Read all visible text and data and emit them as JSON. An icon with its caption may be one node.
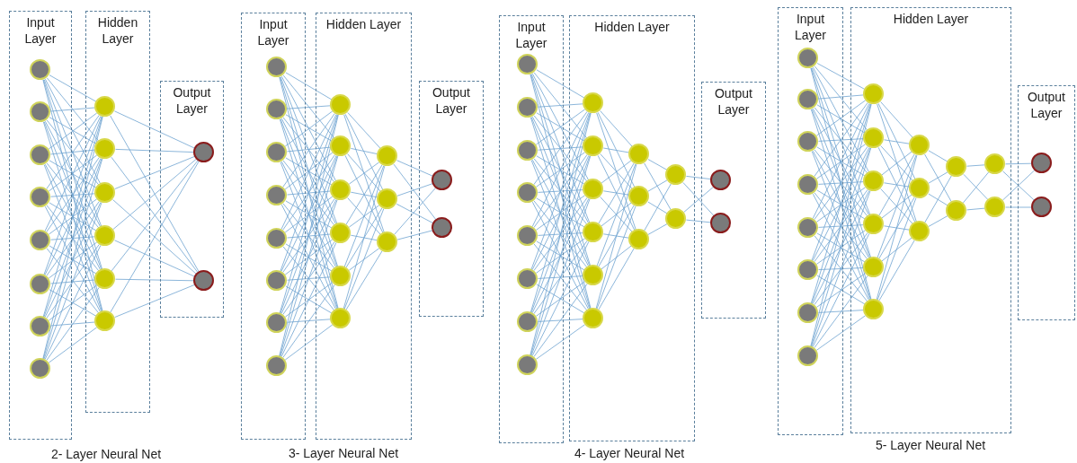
{
  "diagram": {
    "nodes": [
      {
        "text": [
          "Input Layer"
        ]
      },
      {
        "text": [],
        "shape": "circle",
        "in": 0
      },
      {
        "text": [],
        "shape": "circle",
        "in": 0
      },
      {
        "text": [],
        "shape": "circle",
        "in": 0
      },
      {
        "text": [],
        "shape": "circle",
        "in": 0
      },
      {
        "text": [],
        "shape": "circle",
        "in": 0
      },
      {
        "text": [],
        "shape": "circle",
        "in": 0
      },
      {
        "text": [],
        "shape": "circle",
        "in": 0
      },
      {
        "text": [],
        "shape": "circle",
        "in": 0
      },
      {
        "text": [
          "Hidden Layer"
        ]
      },
      {
        "text": [],
        "shape": "circle",
        "in": 9
      },
      {
        "text": [],
        "shape": "circle",
        "in": 9
      },
      {
        "text": [],
        "shape": "circle",
        "in": 9
      },
      {
        "text": [],
        "shape": "circle",
        "in": 9
      },
      {
        "text": [],
        "shape": "circle",
        "in": 9
      },
      {
        "text": [],
        "shape": "circle",
        "in": 9
      },
      {
        "text": [
          "Output Layer"
        ]
      },
      {
        "text": [],
        "shape": "circle",
        "in": 16
      },
      {
        "text": [],
        "shape": "circle",
        "in": 16
      },
      {
        "text": [
          "Input Layer"
        ]
      },
      {
        "text": [],
        "shape": "circle",
        "in": 19
      },
      {
        "text": [],
        "shape": "circle",
        "in": 19
      },
      {
        "text": [],
        "shape": "circle",
        "in": 19
      },
      {
        "text": [],
        "shape": "circle",
        "in": 19
      },
      {
        "text": [],
        "shape": "circle",
        "in": 19
      },
      {
        "text": [],
        "shape": "circle",
        "in": 19
      },
      {
        "text": [],
        "shape": "circle",
        "in": 19
      },
      {
        "text": [],
        "shape": "circle",
        "in": 19
      },
      {
        "text": [
          "Hidden Layer"
        ]
      },
      {
        "text": [],
        "shape": "circle",
        "in": 28
      },
      {
        "text": [],
        "shape": "circle",
        "in": 28
      },
      {
        "text": [],
        "shape": "circle",
        "in": 28
      },
      {
        "text": [],
        "shape": "circle",
        "in": 28
      },
      {
        "text": [],
        "shape": "circle",
        "in": 28
      },
      {
        "text": [],
        "shape": "circle",
        "in": 28
      },
      {
        "text": [],
        "shape": "circle",
        "in": 28
      },
      {
        "text": [],
        "shape": "circle",
        "in": 28
      },
      {
        "text": [],
        "shape": "circle",
        "in": 28
      },
      {
        "text": [
          "Output Layer"
        ]
      },
      {
        "text": [],
        "shape": "circle",
        "in": 38
      },
      {
        "text": [],
        "shape": "circle",
        "in": 38
      },
      {
        "text": [
          "Input Layer"
        ]
      },
      {
        "text": [],
        "shape": "circle",
        "in": 41
      },
      {
        "text": [],
        "shape": "circle",
        "in": 41
      },
      {
        "text": [],
        "shape": "circle",
        "in": 41
      },
      {
        "text": [],
        "shape": "circle",
        "in": 41
      },
      {
        "text": [],
        "shape": "circle",
        "in": 41
      },
      {
        "text": [],
        "shape": "circle",
        "in": 41
      },
      {
        "text": [],
        "shape": "circle",
        "in": 41
      },
      {
        "text": [],
        "shape": "circle",
        "in": 41
      },
      {
        "text": [
          "Hidden Layer"
        ]
      },
      {
        "text": [],
        "shape": "circle",
        "in": 50
      },
      {
        "text": [],
        "shape": "circle",
        "in": 50
      },
      {
        "text": [],
        "shape": "circle",
        "in": 50
      },
      {
        "text": [],
        "shape": "circle",
        "in": 50
      },
      {
        "text": [],
        "shape": "circle",
        "in": 50
      },
      {
        "text": [],
        "shape": "circle",
        "in": 50
      },
      {
        "text": [],
        "shape": "circle",
        "in": 50
      },
      {
        "text": [],
        "shape": "circle",
        "in": 50
      },
      {
        "text": [],
        "shape": "circle",
        "in": 50
      },
      {
        "text": [],
        "shape": "circle",
        "in": 50
      },
      {
        "text": [],
        "shape": "circle",
        "in": 50
      },
      {
        "text": [
          "Output Layer"
        ]
      },
      {
        "text": [],
        "shape": "circle",
        "in": 62
      },
      {
        "text": [],
        "shape": "circle",
        "in": 62
      },
      {
        "text": [
          "Input Layer"
        ]
      },
      {
        "text": [],
        "shape": "circle",
        "in": 65
      },
      {
        "text": [],
        "shape": "circle",
        "in": 65
      },
      {
        "text": [],
        "shape": "circle",
        "in": 65
      },
      {
        "text": [],
        "shape": "circle",
        "in": 65
      },
      {
        "text": [],
        "shape": "circle",
        "in": 65
      },
      {
        "text": [],
        "shape": "circle",
        "in": 65
      },
      {
        "text": [],
        "shape": "circle",
        "in": 65
      },
      {
        "text": [],
        "shape": "circle",
        "in": 65
      },
      {
        "text": [
          "Hidden Layer"
        ]
      },
      {
        "text": [],
        "shape": "circle",
        "in": 74
      },
      {
        "text": [],
        "shape": "circle",
        "in": 74
      },
      {
        "text": [],
        "shape": "circle",
        "in": 74
      },
      {
        "text": [],
        "shape": "circle",
        "in": 74
      },
      {
        "text": [],
        "shape": "circle",
        "in": 74
      },
      {
        "text": [],
        "shape": "circle",
        "in": 74
      },
      {
        "text": [],
        "shape": "circle",
        "in": 74
      },
      {
        "text": [],
        "shape": "circle",
        "in": 74
      },
      {
        "text": [],
        "shape": "circle",
        "in": 74
      },
      {
        "text": [],
        "shape": "circle",
        "in": 74
      },
      {
        "text": [],
        "shape": "circle",
        "in": 74
      },
      {
        "text": [],
        "shape": "circle",
        "in": 74
      },
      {
        "text": [],
        "shape": "circle",
        "in": 74
      },
      {
        "text": [
          "Output Layer"
        ]
      },
      {
        "text": [],
        "shape": "circle",
        "in": 88
      },
      {
        "text": [],
        "shape": "circle",
        "in": 88
      }
    ],
    "edges": [
      {
        "from": 1,
        "to": 10,
        "arrow": "none"
      },
      {
        "from": 1,
        "to": 11,
        "arrow": "none"
      },
      {
        "from": 1,
        "to": 12,
        "arrow": "none"
      },
      {
        "from": 1,
        "to": 13,
        "arrow": "none"
      },
      {
        "from": 1,
        "to": 14,
        "arrow": "none"
      },
      {
        "from": 1,
        "to": 15,
        "arrow": "none"
      },
      {
        "from": 2,
        "to": 10,
        "arrow": "none"
      },
      {
        "from": 2,
        "to": 11,
        "arrow": "none"
      },
      {
        "from": 2,
        "to": 12,
        "arrow": "none"
      },
      {
        "from": 2,
        "to": 13,
        "arrow": "none"
      },
      {
        "from": 2,
        "to": 14,
        "arrow": "none"
      },
      {
        "from": 2,
        "to": 15,
        "arrow": "none"
      },
      {
        "from": 3,
        "to": 10,
        "arrow": "none"
      },
      {
        "from": 3,
        "to": 11,
        "arrow": "none"
      },
      {
        "from": 3,
        "to": 12,
        "arrow": "none"
      },
      {
        "from": 3,
        "to": 13,
        "arrow": "none"
      },
      {
        "from": 3,
        "to": 14,
        "arrow": "none"
      },
      {
        "from": 3,
        "to": 15,
        "arrow": "none"
      },
      {
        "from": 4,
        "to": 10,
        "arrow": "none"
      },
      {
        "from": 4,
        "to": 11,
        "arrow": "none"
      },
      {
        "from": 4,
        "to": 12,
        "arrow": "none"
      },
      {
        "from": 4,
        "to": 13,
        "arrow": "none"
      },
      {
        "from": 4,
        "to": 14,
        "arrow": "none"
      },
      {
        "from": 4,
        "to": 15,
        "arrow": "none"
      },
      {
        "from": 5,
        "to": 10,
        "arrow": "none"
      },
      {
        "from": 5,
        "to": 11,
        "arrow": "none"
      },
      {
        "from": 5,
        "to": 12,
        "arrow": "none"
      },
      {
        "from": 5,
        "to": 13,
        "arrow": "none"
      },
      {
        "from": 5,
        "to": 14,
        "arrow": "none"
      },
      {
        "from": 5,
        "to": 15,
        "arrow": "none"
      },
      {
        "from": 6,
        "to": 10,
        "arrow": "none"
      },
      {
        "from": 6,
        "to": 11,
        "arrow": "none"
      },
      {
        "from": 6,
        "to": 12,
        "arrow": "none"
      },
      {
        "from": 6,
        "to": 13,
        "arrow": "none"
      },
      {
        "from": 6,
        "to": 14,
        "arrow": "none"
      },
      {
        "from": 6,
        "to": 15,
        "arrow": "none"
      },
      {
        "from": 7,
        "to": 10,
        "arrow": "none"
      },
      {
        "from": 7,
        "to": 11,
        "arrow": "none"
      },
      {
        "from": 7,
        "to": 12,
        "arrow": "none"
      },
      {
        "from": 7,
        "to": 13,
        "arrow": "none"
      },
      {
        "from": 7,
        "to": 14,
        "arrow": "none"
      },
      {
        "from": 7,
        "to": 15,
        "arrow": "none"
      },
      {
        "from": 8,
        "to": 10,
        "arrow": "none"
      },
      {
        "from": 8,
        "to": 11,
        "arrow": "none"
      },
      {
        "from": 8,
        "to": 12,
        "arrow": "none"
      },
      {
        "from": 8,
        "to": 13,
        "arrow": "none"
      },
      {
        "from": 8,
        "to": 14,
        "arrow": "none"
      },
      {
        "from": 8,
        "to": 15,
        "arrow": "none"
      },
      {
        "from": 10,
        "to": 17,
        "arrow": "none"
      },
      {
        "from": 10,
        "to": 18,
        "arrow": "none"
      },
      {
        "from": 11,
        "to": 17,
        "arrow": "none"
      },
      {
        "from": 11,
        "to": 18,
        "arrow": "none"
      },
      {
        "from": 12,
        "to": 17,
        "arrow": "none"
      },
      {
        "from": 12,
        "to": 18,
        "arrow": "none"
      },
      {
        "from": 13,
        "to": 17,
        "arrow": "none"
      },
      {
        "from": 13,
        "to": 18,
        "arrow": "none"
      },
      {
        "from": 14,
        "to": 17,
        "arrow": "none"
      },
      {
        "from": 14,
        "to": 18,
        "arrow": "none"
      },
      {
        "from": 15,
        "to": 17,
        "arrow": "none"
      },
      {
        "from": 15,
        "to": 18,
        "arrow": "none"
      },
      {
        "from": 20,
        "to": 29,
        "arrow": "none"
      },
      {
        "from": 20,
        "to": 30,
        "arrow": "none"
      },
      {
        "from": 20,
        "to": 31,
        "arrow": "none"
      },
      {
        "from": 20,
        "to": 32,
        "arrow": "none"
      },
      {
        "from": 20,
        "to": 33,
        "arrow": "none"
      },
      {
        "from": 20,
        "to": 34,
        "arrow": "none"
      },
      {
        "from": 21,
        "to": 29,
        "arrow": "none"
      },
      {
        "from": 21,
        "to": 30,
        "arrow": "none"
      },
      {
        "from": 21,
        "to": 31,
        "arrow": "none"
      },
      {
        "from": 21,
        "to": 32,
        "arrow": "none"
      },
      {
        "from": 21,
        "to": 33,
        "arrow": "none"
      },
      {
        "from": 21,
        "to": 34,
        "arrow": "none"
      },
      {
        "from": 22,
        "to": 29,
        "arrow": "none"
      },
      {
        "from": 22,
        "to": 30,
        "arrow": "none"
      },
      {
        "from": 22,
        "to": 31,
        "arrow": "none"
      },
      {
        "from": 22,
        "to": 32,
        "arrow": "none"
      },
      {
        "from": 22,
        "to": 33,
        "arrow": "none"
      },
      {
        "from": 22,
        "to": 34,
        "arrow": "none"
      },
      {
        "from": 23,
        "to": 29,
        "arrow": "none"
      },
      {
        "from": 23,
        "to": 30,
        "arrow": "none"
      },
      {
        "from": 23,
        "to": 31,
        "arrow": "none"
      },
      {
        "from": 23,
        "to": 32,
        "arrow": "none"
      },
      {
        "from": 23,
        "to": 33,
        "arrow": "none"
      },
      {
        "from": 23,
        "to": 34,
        "arrow": "none"
      },
      {
        "from": 24,
        "to": 29,
        "arrow": "none"
      },
      {
        "from": 24,
        "to": 30,
        "arrow": "none"
      },
      {
        "from": 24,
        "to": 31,
        "arrow": "none"
      },
      {
        "from": 24,
        "to": 32,
        "arrow": "none"
      },
      {
        "from": 24,
        "to": 33,
        "arrow": "none"
      },
      {
        "from": 24,
        "to": 34,
        "arrow": "none"
      },
      {
        "from": 25,
        "to": 29,
        "arrow": "none"
      },
      {
        "from": 25,
        "to": 30,
        "arrow": "none"
      },
      {
        "from": 25,
        "to": 31,
        "arrow": "none"
      },
      {
        "from": 25,
        "to": 32,
        "arrow": "none"
      },
      {
        "from": 25,
        "to": 33,
        "arrow": "none"
      },
      {
        "from": 25,
        "to": 34,
        "arrow": "none"
      },
      {
        "from": 26,
        "to": 29,
        "arrow": "none"
      },
      {
        "from": 26,
        "to": 30,
        "arrow": "none"
      },
      {
        "from": 26,
        "to": 31,
        "arrow": "none"
      },
      {
        "from": 26,
        "to": 32,
        "arrow": "none"
      },
      {
        "from": 26,
        "to": 33,
        "arrow": "none"
      },
      {
        "from": 26,
        "to": 34,
        "arrow": "none"
      },
      {
        "from": 27,
        "to": 29,
        "arrow": "none"
      },
      {
        "from": 27,
        "to": 30,
        "arrow": "none"
      },
      {
        "from": 27,
        "to": 31,
        "arrow": "none"
      },
      {
        "from": 27,
        "to": 32,
        "arrow": "none"
      },
      {
        "from": 27,
        "to": 33,
        "arrow": "none"
      },
      {
        "from": 27,
        "to": 34,
        "arrow": "none"
      },
      {
        "from": 29,
        "to": 35,
        "arrow": "none"
      },
      {
        "from": 29,
        "to": 36,
        "arrow": "none"
      },
      {
        "from": 29,
        "to": 37,
        "arrow": "none"
      },
      {
        "from": 30,
        "to": 35,
        "arrow": "none"
      },
      {
        "from": 30,
        "to": 36,
        "arrow": "none"
      },
      {
        "from": 30,
        "to": 37,
        "arrow": "none"
      },
      {
        "from": 31,
        "to": 35,
        "arrow": "none"
      },
      {
        "from": 31,
        "to": 36,
        "arrow": "none"
      },
      {
        "from": 31,
        "to": 37,
        "arrow": "none"
      },
      {
        "from": 32,
        "to": 35,
        "arrow": "none"
      },
      {
        "from": 32,
        "to": 36,
        "arrow": "none"
      },
      {
        "from": 32,
        "to": 37,
        "arrow": "none"
      },
      {
        "from": 33,
        "to": 35,
        "arrow": "none"
      },
      {
        "from": 33,
        "to": 36,
        "arrow": "none"
      },
      {
        "from": 33,
        "to": 37,
        "arrow": "none"
      },
      {
        "from": 34,
        "to": 35,
        "arrow": "none"
      },
      {
        "from": 34,
        "to": 36,
        "arrow": "none"
      },
      {
        "from": 34,
        "to": 37,
        "arrow": "none"
      },
      {
        "from": 35,
        "to": 39,
        "arrow": "none"
      },
      {
        "from": 35,
        "to": 40,
        "arrow": "none"
      },
      {
        "from": 36,
        "to": 39,
        "arrow": "none"
      },
      {
        "from": 36,
        "to": 40,
        "arrow": "none"
      },
      {
        "from": 37,
        "to": 39,
        "arrow": "none"
      },
      {
        "from": 37,
        "to": 40,
        "arrow": "none"
      },
      {
        "from": 42,
        "to": 51,
        "arrow": "none"
      },
      {
        "from": 42,
        "to": 52,
        "arrow": "none"
      },
      {
        "from": 42,
        "to": 53,
        "arrow": "none"
      },
      {
        "from": 42,
        "to": 54,
        "arrow": "none"
      },
      {
        "from": 42,
        "to": 55,
        "arrow": "none"
      },
      {
        "from": 42,
        "to": 56,
        "arrow": "none"
      },
      {
        "from": 43,
        "to": 51,
        "arrow": "none"
      },
      {
        "from": 43,
        "to": 52,
        "arrow": "none"
      },
      {
        "from": 43,
        "to": 53,
        "arrow": "none"
      },
      {
        "from": 43,
        "to": 54,
        "arrow": "none"
      },
      {
        "from": 43,
        "to": 55,
        "arrow": "none"
      },
      {
        "from": 43,
        "to": 56,
        "arrow": "none"
      },
      {
        "from": 44,
        "to": 51,
        "arrow": "none"
      },
      {
        "from": 44,
        "to": 52,
        "arrow": "none"
      },
      {
        "from": 44,
        "to": 53,
        "arrow": "none"
      },
      {
        "from": 44,
        "to": 54,
        "arrow": "none"
      },
      {
        "from": 44,
        "to": 55,
        "arrow": "none"
      },
      {
        "from": 44,
        "to": 56,
        "arrow": "none"
      },
      {
        "from": 45,
        "to": 51,
        "arrow": "none"
      },
      {
        "from": 45,
        "to": 52,
        "arrow": "none"
      },
      {
        "from": 45,
        "to": 53,
        "arrow": "none"
      },
      {
        "from": 45,
        "to": 54,
        "arrow": "none"
      },
      {
        "from": 45,
        "to": 55,
        "arrow": "none"
      },
      {
        "from": 45,
        "to": 56,
        "arrow": "none"
      },
      {
        "from": 46,
        "to": 51,
        "arrow": "none"
      },
      {
        "from": 46,
        "to": 52,
        "arrow": "none"
      },
      {
        "from": 46,
        "to": 53,
        "arrow": "none"
      },
      {
        "from": 46,
        "to": 54,
        "arrow": "none"
      },
      {
        "from": 46,
        "to": 55,
        "arrow": "none"
      },
      {
        "from": 46,
        "to": 56,
        "arrow": "none"
      },
      {
        "from": 47,
        "to": 51,
        "arrow": "none"
      },
      {
        "from": 47,
        "to": 52,
        "arrow": "none"
      },
      {
        "from": 47,
        "to": 53,
        "arrow": "none"
      },
      {
        "from": 47,
        "to": 54,
        "arrow": "none"
      },
      {
        "from": 47,
        "to": 55,
        "arrow": "none"
      },
      {
        "from": 47,
        "to": 56,
        "arrow": "none"
      },
      {
        "from": 48,
        "to": 51,
        "arrow": "none"
      },
      {
        "from": 48,
        "to": 52,
        "arrow": "none"
      },
      {
        "from": 48,
        "to": 53,
        "arrow": "none"
      },
      {
        "from": 48,
        "to": 54,
        "arrow": "none"
      },
      {
        "from": 48,
        "to": 55,
        "arrow": "none"
      },
      {
        "from": 48,
        "to": 56,
        "arrow": "none"
      },
      {
        "from": 49,
        "to": 51,
        "arrow": "none"
      },
      {
        "from": 49,
        "to": 52,
        "arrow": "none"
      },
      {
        "from": 49,
        "to": 53,
        "arrow": "none"
      },
      {
        "from": 49,
        "to": 54,
        "arrow": "none"
      },
      {
        "from": 49,
        "to": 55,
        "arrow": "none"
      },
      {
        "from": 49,
        "to": 56,
        "arrow": "none"
      },
      {
        "from": 51,
        "to": 57,
        "arrow": "none"
      },
      {
        "from": 51,
        "to": 58,
        "arrow": "none"
      },
      {
        "from": 51,
        "to": 59,
        "arrow": "none"
      },
      {
        "from": 52,
        "to": 57,
        "arrow": "none"
      },
      {
        "from": 52,
        "to": 58,
        "arrow": "none"
      },
      {
        "from": 52,
        "to": 59,
        "arrow": "none"
      },
      {
        "from": 53,
        "to": 57,
        "arrow": "none"
      },
      {
        "from": 53,
        "to": 58,
        "arrow": "none"
      },
      {
        "from": 53,
        "to": 59,
        "arrow": "none"
      },
      {
        "from": 54,
        "to": 57,
        "arrow": "none"
      },
      {
        "from": 54,
        "to": 58,
        "arrow": "none"
      },
      {
        "from": 54,
        "to": 59,
        "arrow": "none"
      },
      {
        "from": 55,
        "to": 57,
        "arrow": "none"
      },
      {
        "from": 55,
        "to": 58,
        "arrow": "none"
      },
      {
        "from": 55,
        "to": 59,
        "arrow": "none"
      },
      {
        "from": 56,
        "to": 57,
        "arrow": "none"
      },
      {
        "from": 56,
        "to": 58,
        "arrow": "none"
      },
      {
        "from": 56,
        "to": 59,
        "arrow": "none"
      },
      {
        "from": 57,
        "to": 60,
        "arrow": "none"
      },
      {
        "from": 57,
        "to": 61,
        "arrow": "none"
      },
      {
        "from": 58,
        "to": 60,
        "arrow": "none"
      },
      {
        "from": 58,
        "to": 61,
        "arrow": "none"
      },
      {
        "from": 59,
        "to": 60,
        "arrow": "none"
      },
      {
        "from": 59,
        "to": 61,
        "arrow": "none"
      },
      {
        "from": 60,
        "to": 63,
        "arrow": "none"
      },
      {
        "from": 60,
        "to": 64,
        "arrow": "none"
      },
      {
        "from": 61,
        "to": 63,
        "arrow": "none"
      },
      {
        "from": 61,
        "to": 64,
        "arrow": "none"
      },
      {
        "from": 66,
        "to": 75,
        "arrow": "none"
      },
      {
        "from": 66,
        "to": 76,
        "arrow": "none"
      },
      {
        "from": 66,
        "to": 77,
        "arrow": "none"
      },
      {
        "from": 66,
        "to": 78,
        "arrow": "none"
      },
      {
        "from": 66,
        "to": 79,
        "arrow": "none"
      },
      {
        "from": 66,
        "to": 80,
        "arrow": "none"
      },
      {
        "from": 67,
        "to": 75,
        "arrow": "none"
      },
      {
        "from": 67,
        "to": 76,
        "arrow": "none"
      },
      {
        "from": 67,
        "to": 77,
        "arrow": "none"
      },
      {
        "from": 67,
        "to": 78,
        "arrow": "none"
      },
      {
        "from": 67,
        "to": 79,
        "arrow": "none"
      },
      {
        "from": 67,
        "to": 80,
        "arrow": "none"
      },
      {
        "from": 68,
        "to": 75,
        "arrow": "none"
      },
      {
        "from": 68,
        "to": 76,
        "arrow": "none"
      },
      {
        "from": 68,
        "to": 77,
        "arrow": "none"
      },
      {
        "from": 68,
        "to": 78,
        "arrow": "none"
      },
      {
        "from": 68,
        "to": 79,
        "arrow": "none"
      },
      {
        "from": 68,
        "to": 80,
        "arrow": "none"
      },
      {
        "from": 69,
        "to": 75,
        "arrow": "none"
      },
      {
        "from": 69,
        "to": 76,
        "arrow": "none"
      },
      {
        "from": 69,
        "to": 77,
        "arrow": "none"
      },
      {
        "from": 69,
        "to": 78,
        "arrow": "none"
      },
      {
        "from": 69,
        "to": 79,
        "arrow": "none"
      },
      {
        "from": 69,
        "to": 80,
        "arrow": "none"
      },
      {
        "from": 70,
        "to": 75,
        "arrow": "none"
      },
      {
        "from": 70,
        "to": 76,
        "arrow": "none"
      },
      {
        "from": 70,
        "to": 77,
        "arrow": "none"
      },
      {
        "from": 70,
        "to": 78,
        "arrow": "none"
      },
      {
        "from": 70,
        "to": 79,
        "arrow": "none"
      },
      {
        "from": 70,
        "to": 80,
        "arrow": "none"
      },
      {
        "from": 71,
        "to": 75,
        "arrow": "none"
      },
      {
        "from": 71,
        "to": 76,
        "arrow": "none"
      },
      {
        "from": 71,
        "to": 77,
        "arrow": "none"
      },
      {
        "from": 71,
        "to": 78,
        "arrow": "none"
      },
      {
        "from": 71,
        "to": 79,
        "arrow": "none"
      },
      {
        "from": 71,
        "to": 80,
        "arrow": "none"
      },
      {
        "from": 72,
        "to": 75,
        "arrow": "none"
      },
      {
        "from": 72,
        "to": 76,
        "arrow": "none"
      },
      {
        "from": 72,
        "to": 77,
        "arrow": "none"
      },
      {
        "from": 72,
        "to": 78,
        "arrow": "none"
      },
      {
        "from": 72,
        "to": 79,
        "arrow": "none"
      },
      {
        "from": 72,
        "to": 80,
        "arrow": "none"
      },
      {
        "from": 73,
        "to": 75,
        "arrow": "none"
      },
      {
        "from": 73,
        "to": 76,
        "arrow": "none"
      },
      {
        "from": 73,
        "to": 77,
        "arrow": "none"
      },
      {
        "from": 73,
        "to": 78,
        "arrow": "none"
      },
      {
        "from": 73,
        "to": 79,
        "arrow": "none"
      },
      {
        "from": 73,
        "to": 80,
        "arrow": "none"
      },
      {
        "from": 75,
        "to": 81,
        "arrow": "none"
      },
      {
        "from": 75,
        "to": 82,
        "arrow": "none"
      },
      {
        "from": 75,
        "to": 83,
        "arrow": "none"
      },
      {
        "from": 76,
        "to": 81,
        "arrow": "none"
      },
      {
        "from": 76,
        "to": 82,
        "arrow": "none"
      },
      {
        "from": 76,
        "to": 83,
        "arrow": "none"
      },
      {
        "from": 77,
        "to": 81,
        "arrow": "none"
      },
      {
        "from": 77,
        "to": 82,
        "arrow": "none"
      },
      {
        "from": 77,
        "to": 83,
        "arrow": "none"
      },
      {
        "from": 78,
        "to": 81,
        "arrow": "none"
      },
      {
        "from": 78,
        "to": 82,
        "arrow": "none"
      },
      {
        "from": 78,
        "to": 83,
        "arrow": "none"
      },
      {
        "from": 79,
        "to": 81,
        "arrow": "none"
      },
      {
        "from": 79,
        "to": 82,
        "arrow": "none"
      },
      {
        "from": 79,
        "to": 83,
        "arrow": "none"
      },
      {
        "from": 80,
        "to": 81,
        "arrow": "none"
      },
      {
        "from": 80,
        "to": 82,
        "arrow": "none"
      },
      {
        "from": 80,
        "to": 83,
        "arrow": "none"
      },
      {
        "from": 81,
        "to": 84,
        "arrow": "none"
      },
      {
        "from": 81,
        "to": 85,
        "arrow": "none"
      },
      {
        "from": 82,
        "to": 84,
        "arrow": "none"
      },
      {
        "from": 82,
        "to": 85,
        "arrow": "none"
      },
      {
        "from": 83,
        "to": 84,
        "arrow": "none"
      },
      {
        "from": 83,
        "to": 85,
        "arrow": "none"
      },
      {
        "from": 84,
        "to": 86,
        "arrow": "none"
      },
      {
        "from": 84,
        "to": 87,
        "arrow": "none"
      },
      {
        "from": 85,
        "to": 86,
        "arrow": "none"
      },
      {
        "from": 85,
        "to": 87,
        "arrow": "none"
      },
      {
        "from": 86,
        "to": 89,
        "arrow": "none"
      },
      {
        "from": 86,
        "to": 90,
        "arrow": "none"
      },
      {
        "from": 87,
        "to": 89,
        "arrow": "none"
      },
      {
        "from": 87,
        "to": 90,
        "arrow": "none"
      }
    ],
    "labels": [
      "2- Layer Neural Net",
      "3- Layer Neural Net",
      "4- Layer Neural Net",
      "5- Layer Neural Net"
    ]
  }
}
